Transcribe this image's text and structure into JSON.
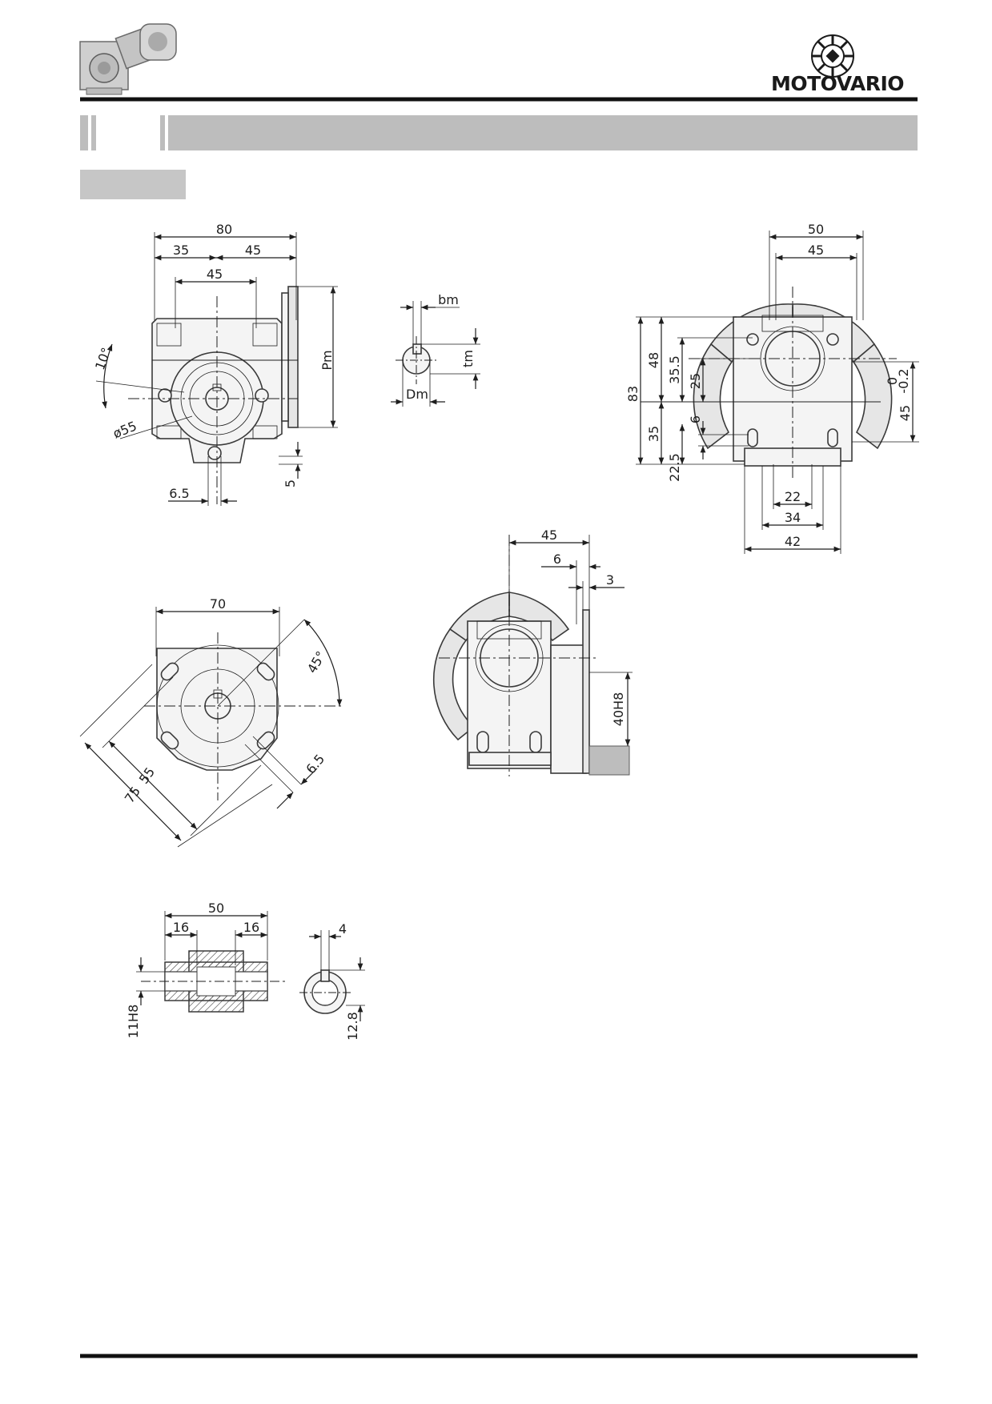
{
  "brand": {
    "name": "MOTOVARIO"
  },
  "header": {
    "section_tab": "",
    "section_title": "",
    "subsection_label": ""
  },
  "views": {
    "front": {
      "d80": "80",
      "d35": "35",
      "d45a": "45",
      "d45b": "45",
      "pm": "Pm",
      "angle10": "10°",
      "dia55": "ø55",
      "d6_5": "6.5",
      "d5": "5"
    },
    "key": {
      "bm": "bm",
      "tm": "tm",
      "dm": "Dm"
    },
    "side": {
      "d50": "50",
      "d45": "45",
      "d83": "83",
      "d48": "48",
      "d35_5": "35.5",
      "d25": "25",
      "d35": "35",
      "d6": "6",
      "d22_5": "22.5",
      "tol0": "0",
      "tol": "-0.2",
      "d45v": "45",
      "d22": "22",
      "d34": "34",
      "d42": "42"
    },
    "flange": {
      "d70": "70",
      "angle45": "45°",
      "d55": "55",
      "d75": "75",
      "d6_5": "6.5"
    },
    "bottom": {
      "d45": "45",
      "d6": "6",
      "d3": "3",
      "h40": "40H8"
    },
    "shaft": {
      "d50": "50",
      "d16a": "16",
      "d16b": "16",
      "d4": "4",
      "d11": "11H8",
      "d12_8": "12.8"
    }
  }
}
